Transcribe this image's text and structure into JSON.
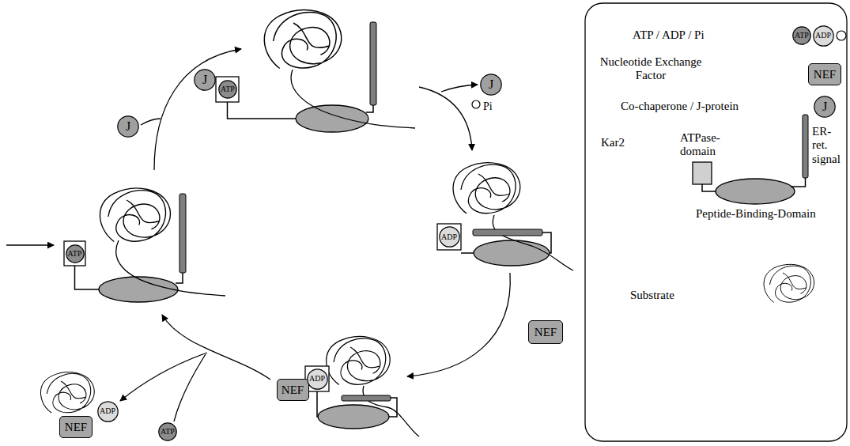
{
  "diagram": {
    "nodes": [
      {
        "text": [
          "J"
        ]
      },
      {
        "text": [
          "J"
        ]
      },
      {
        "text": [
          "ATP"
        ]
      },
      {
        "text": [
          "J"
        ]
      },
      {
        "text": [
          "ATP"
        ]
      },
      {
        "text": [
          "ADP"
        ]
      },
      {
        "text": [
          "NEF"
        ]
      },
      {
        "text": [
          "NEF"
        ]
      },
      {
        "text": [
          "ADP"
        ]
      },
      {
        "text": [
          "ADP"
        ]
      },
      {
        "text": [
          "NEF"
        ]
      },
      {
        "text": [
          "ATP"
        ]
      },
      {
        "text": [
          "ATP"
        ]
      },
      {
        "text": [
          "ADP"
        ]
      },
      {
        "text": [
          "NEF"
        ]
      },
      {
        "text": [
          "J"
        ]
      }
    ],
    "labels": [
      "Pi",
      "ATPase-domain",
      "ER-ret. signal",
      "Peptide-Binding-Domain"
    ],
    "legend": [
      {
        "text": "ATP / ADP / Pi"
      },
      {
        "text": "Nucleotide Exchange Factor"
      },
      {
        "text": "Co-chaperone / J-protein"
      },
      {
        "text": "Kar2"
      },
      {
        "text": "Substrate"
      }
    ]
  }
}
